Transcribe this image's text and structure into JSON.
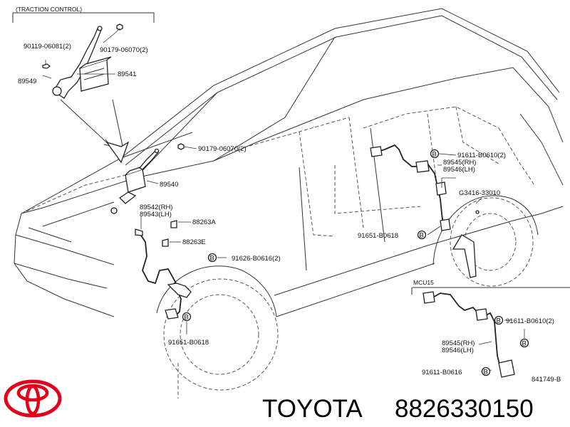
{
  "inset_traction": {
    "title": "(TRACTION CONTROL)"
  },
  "inset_mcu15": {
    "title": "MCU15"
  },
  "labels": {
    "p90119": "90119-06081(2)",
    "p90179a": "90179-06070(2)",
    "p89549": "89549",
    "p89541": "89541",
    "p90179b": "90179-06070(2)",
    "p89540": "89540",
    "p89542": "89542(RH)",
    "p89543": "89543(LH)",
    "p88263A": "88263A",
    "p88263E": "88263E",
    "p91626": "91626-B0616(2)",
    "p91651a": "91651-B0618",
    "p91611a": "91611-B0610(2)",
    "p89545a": "89545(RH)",
    "p89546a": "89546(LH)",
    "pG3416": "G3416-33010",
    "p91651b": "91651-B0618",
    "p91611b": "91611-B0610(2)",
    "p89545b": "89545(RH)",
    "p89546b": "89546(LH)",
    "p91611c": "91611-B0616",
    "ref": "841749-B"
  },
  "symbols": {
    "bolt_marker": "B"
  },
  "brand": {
    "name": "TOYOTA",
    "part_number": "8826330150"
  }
}
